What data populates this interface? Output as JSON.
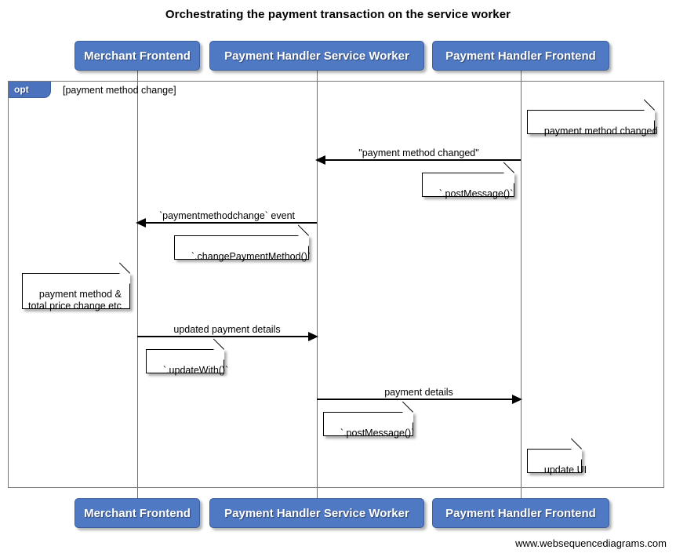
{
  "diagram": {
    "title": "Orchestrating the payment transaction on the service worker",
    "footer": "www.websequencediagrams.com",
    "colors": {
      "actor_fill": "#5079c4",
      "actor_border": "#3b5e9c",
      "actor_text": "#ffffff",
      "frame_border": "#777777",
      "frame_tab_fill": "#4a72bd",
      "lifeline": "#6f6f6f",
      "message": "#000000",
      "note_fill": "#ffffff",
      "note_border": "#000000",
      "background": "#ffffff"
    }
  },
  "actors": [
    {
      "id": "merchant-frontend",
      "label": "Merchant Frontend"
    },
    {
      "id": "payment-handler-service-worker",
      "label": "Payment Handler Service Worker"
    },
    {
      "id": "payment-handler-frontend",
      "label": "Payment Handler Frontend"
    }
  ],
  "fragment": {
    "type": "opt",
    "tab_label": "opt",
    "guard": "[payment method change]"
  },
  "messages": [
    {
      "id": "msg-payment-method-changed",
      "label": "\"payment method changed\"",
      "from": "payment-handler-frontend",
      "to": "payment-handler-service-worker",
      "direction": "left"
    },
    {
      "id": "msg-paymentmethodchange-event",
      "label": "`paymentmethodchange` event",
      "from": "payment-handler-service-worker",
      "to": "merchant-frontend",
      "direction": "left"
    },
    {
      "id": "msg-updated-payment-details",
      "label": "updated payment details",
      "from": "merchant-frontend",
      "to": "payment-handler-service-worker",
      "direction": "right"
    },
    {
      "id": "msg-payment-details",
      "label": "payment details",
      "from": "payment-handler-service-worker",
      "to": "payment-handler-frontend",
      "direction": "right"
    }
  ],
  "notes": [
    {
      "id": "note-payment-method-changed",
      "text": "payment method changed"
    },
    {
      "id": "note-post-message-1",
      "text": "`.postMessage()`"
    },
    {
      "id": "note-change-payment-method",
      "text": "`.changePaymentMethod()`"
    },
    {
      "id": "note-payment-method-total-price",
      "text": "payment method &\ntotal price change etc"
    },
    {
      "id": "note-update-with",
      "text": "`.updateWith()`"
    },
    {
      "id": "note-post-message-2",
      "text": "`.postMessage()`"
    },
    {
      "id": "note-update-ui",
      "text": "update UI"
    }
  ]
}
